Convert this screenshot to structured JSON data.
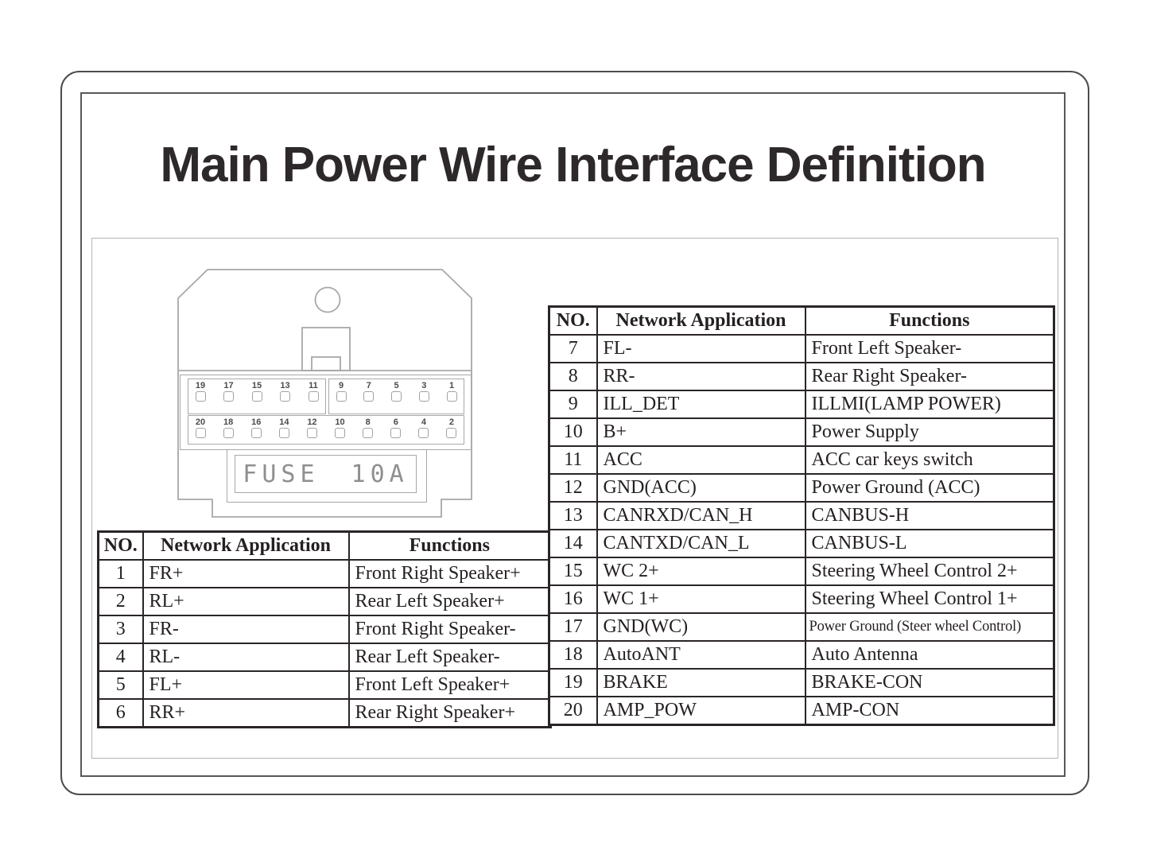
{
  "title": "Main Power Wire Interface Definition",
  "connector": {
    "fuse_label": "FUSE",
    "fuse_rating": "10A",
    "pins_top_left": [
      "19",
      "17",
      "15",
      "13",
      "11"
    ],
    "pins_top_right": [
      "9",
      "7",
      "5",
      "3",
      "1"
    ],
    "pins_bottom": [
      "20",
      "18",
      "16",
      "14",
      "12",
      "10",
      "8",
      "6",
      "4",
      "2"
    ]
  },
  "left_table": {
    "headers": [
      "NO.",
      "Network Application",
      "Functions"
    ],
    "rows": [
      [
        "1",
        "FR+",
        "Front Right Speaker+"
      ],
      [
        "2",
        "RL+",
        "Rear Left Speaker+"
      ],
      [
        "3",
        "FR-",
        "Front Right Speaker-"
      ],
      [
        "4",
        "RL-",
        "Rear Left Speaker-"
      ],
      [
        "5",
        "FL+",
        "Front Left Speaker+"
      ],
      [
        "6",
        "RR+",
        "Rear Right Speaker+"
      ]
    ]
  },
  "right_table": {
    "headers": [
      "NO.",
      "Network Application",
      "Functions"
    ],
    "rows": [
      [
        "7",
        "FL-",
        "Front Left Speaker-"
      ],
      [
        "8",
        "RR-",
        "Rear Right Speaker-"
      ],
      [
        "9",
        "ILL_DET",
        "ILLMI(LAMP POWER)"
      ],
      [
        "10",
        "B+",
        "Power Supply"
      ],
      [
        "11",
        "ACC",
        "ACC car keys switch"
      ],
      [
        "12",
        "GND(ACC)",
        "Power Ground (ACC)"
      ],
      [
        "13",
        "CANRXD/CAN_H",
        "CANBUS-H"
      ],
      [
        "14",
        "CANTXD/CAN_L",
        "CANBUS-L"
      ],
      [
        "15",
        "WC 2+",
        "Steering Wheel Control 2+"
      ],
      [
        "16",
        "WC 1+",
        "Steering Wheel Control 1+"
      ],
      [
        "17",
        "GND(WC)",
        "Power Ground (Steer wheel Control)"
      ],
      [
        "18",
        "AutoANT",
        "Auto Antenna"
      ],
      [
        "19",
        "BRAKE",
        "BRAKE-CON"
      ],
      [
        "20",
        "AMP_POW",
        "AMP-CON"
      ]
    ]
  },
  "colors": {
    "table_border": "#2a2526",
    "diagram_line": "#a8a8a8",
    "text": "#241f21"
  }
}
